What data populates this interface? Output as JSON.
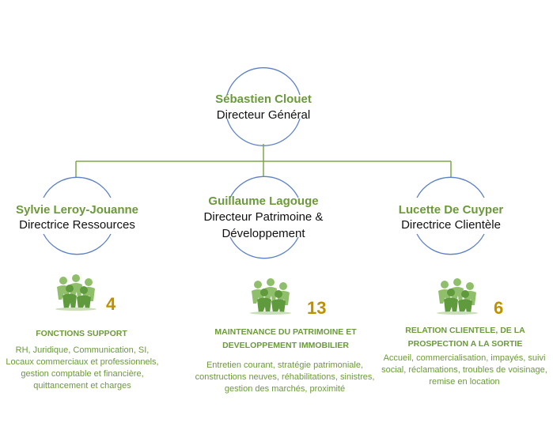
{
  "colors": {
    "line": "#7ea84a",
    "arc": "#5b80c8",
    "name": "#6a9a3a",
    "count": "#bf9000",
    "text": "#111111"
  },
  "top": {
    "name": "Sébastien Clouet",
    "role": "Directeur Général"
  },
  "nodes": [
    {
      "name": "Sylvie Leroy-Jouanne",
      "role": "Directrice Ressources",
      "count": "4",
      "icon": "people-group-icon",
      "service_title": "FONCTIONS SUPPORT",
      "service_desc": "RH, Juridique, Communication, SI, Locaux commerciaux et professionnels, gestion comptable et financière, quittancement et charges"
    },
    {
      "name": "Guillaume Lagouge",
      "role": "Directeur Patrimoine & Développement",
      "count": "13",
      "icon": "people-group-icon",
      "service_title": "MAINTENANCE DU PATRIMOINE ET DEVELOPPEMENT IMMOBILIER",
      "service_desc": "Entretien courant, stratégie patrimoniale, constructions neuves, réhabilitations, sinistres, gestion des marchés, proximité"
    },
    {
      "name": "Lucette De Cuyper",
      "role": "Directrice Clientèle",
      "count": "6",
      "icon": "people-group-icon",
      "service_title": "RELATION CLIENTELE, DE LA PROSPECTION A LA SORTIE",
      "service_desc": "Accueil, commercialisation, impayés, suivi social, réclamations, troubles de voisinage, remise en location"
    }
  ]
}
